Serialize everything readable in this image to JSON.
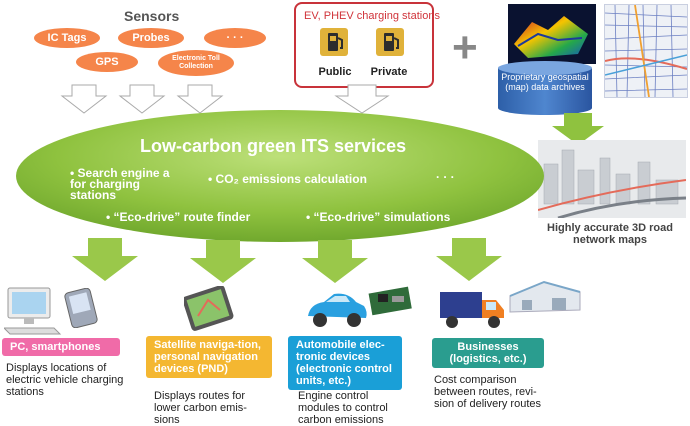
{
  "sensors": {
    "title": "Sensors",
    "items": [
      "IC Tags",
      "Probes",
      "· · ·",
      "GPS",
      "Electronic Toll Collection"
    ]
  },
  "ev": {
    "title": "EV, PHEV charging stations",
    "public_label": "Public",
    "private_label": "Private"
  },
  "plus": "+",
  "archives_label": "Proprietary geospatial (map) data archives",
  "main": {
    "title": "Low-carbon green ITS services",
    "bullets": [
      "Search engine a for charging stations",
      "CO₂ emissions calculation",
      "“Eco-drive” route finder",
      "“Eco-drive” simulations"
    ],
    "ellipsis": "· · ·"
  },
  "maps_label": "Highly accurate 3D road network maps",
  "categories": [
    {
      "label": "PC, smartphones",
      "color": "#f06ba8",
      "desc": "Displays locations of electric vehicle charging stations"
    },
    {
      "label": "Satellite naviga-tion, personal navigation devices (PND)",
      "color": "#f4b731",
      "desc": "Displays routes for lower carbon emis-sions"
    },
    {
      "label": "Automobile elec-tronic devices (electronic control units, etc.)",
      "color": "#1a9fd7",
      "desc": "Engine control modules to control carbon emissions"
    },
    {
      "label": "Businesses (logistics, etc.)",
      "color": "#2a9d8f",
      "desc": "Cost comparison between routes, revi-sion of delivery routes"
    }
  ]
}
